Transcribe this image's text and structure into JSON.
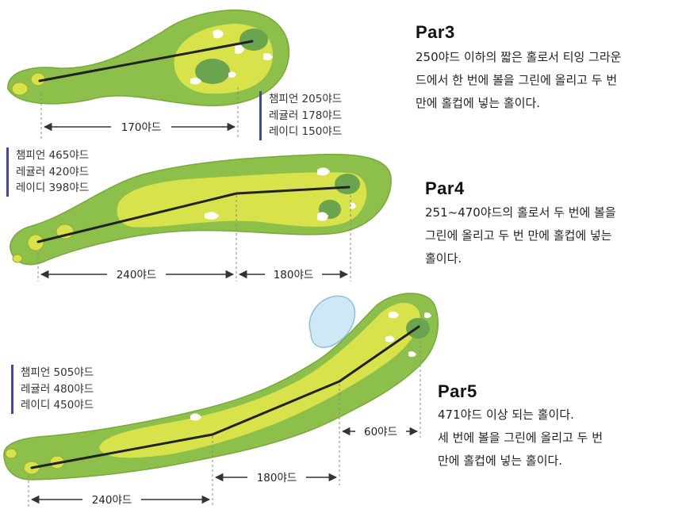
{
  "holes": [
    {
      "title": "Par3",
      "description": "250야드 이하의 짧은 홀로서 티잉 그라운\n드에서 한 번에 볼을 그린에 올리고 두 번\n만에 홀컵에 넣는 홀이다.",
      "tee_yardage": [
        "챔피언 205야드",
        "레귤러 178야드",
        "레이디 150야드"
      ],
      "distances": [
        "170야드"
      ]
    },
    {
      "title": "Par4",
      "description": "251~470야드의 홀로서 두 번에 볼을\n그린에 올리고 두 번 만에 홀컵에 넣는\n홀이다.",
      "tee_yardage": [
        "챔피언 465야드",
        "레귤러 420야드",
        "레이디 398야드"
      ],
      "distances": [
        "240야드",
        "180야드"
      ]
    },
    {
      "title": "Par5",
      "description": "471야드 이상 되는 홀이다.\n세 번에 볼을 그린에 올리고 두 번\n만에 홀컵에 넣는 홀이다.",
      "tee_yardage": [
        "챔피언 505야드",
        "레귤러 480야드",
        "레이디 450야드"
      ],
      "distances": [
        "240야드",
        "180야드",
        "60야드"
      ]
    }
  ],
  "colors": {
    "rough": "#8cc04a",
    "fairway": "#d8e24a",
    "green": "#6aa44e",
    "bunker": "#ffffff",
    "water": "#cfe8f6",
    "shot_line": "#222222",
    "accent_bar": "#3d49a8"
  }
}
